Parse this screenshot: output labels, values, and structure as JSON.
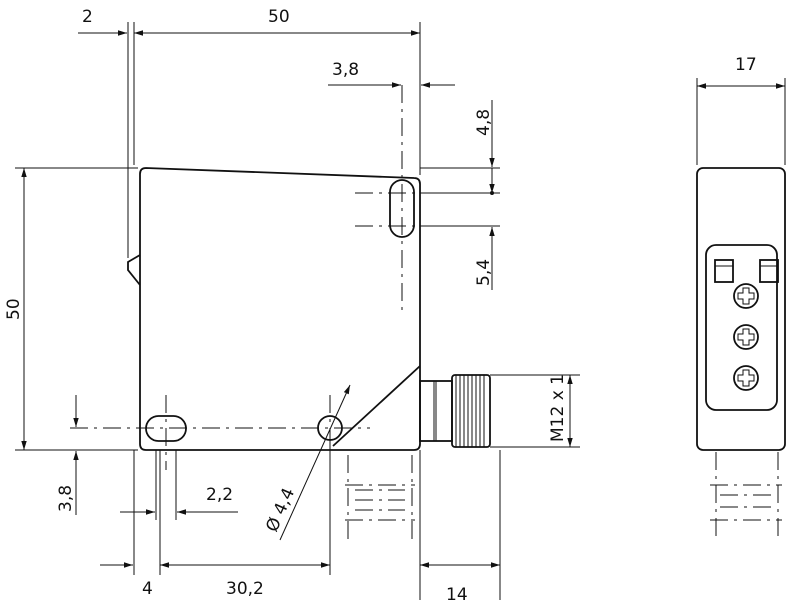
{
  "dimensions": {
    "top_2": "2",
    "top_50": "50",
    "top_3_8": "3,8",
    "right_4_8": "4,8",
    "right_5_4": "5,4",
    "left_50": "50",
    "side_17": "17",
    "thread": "M12 x 1",
    "bottom_3_8": "3,8",
    "bottom_2_2": "2,2",
    "hole_dia": "Ø 4,4",
    "bottom_4": "4",
    "bottom_30_2": "30,2",
    "bottom_14": "14"
  }
}
